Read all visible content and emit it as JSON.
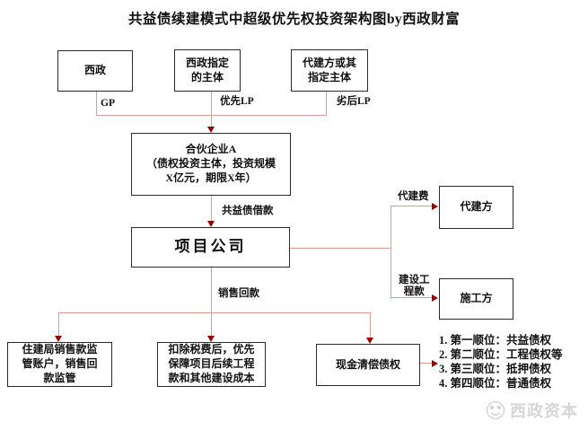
{
  "title": "共益债续建模式中超级优先权投资架构图by西政财富",
  "nodes": {
    "xizheng": "西政",
    "designated_entity": "西政指定\n的主体",
    "agent_builder_entity": "代建方或其\n指定主体",
    "partnership": "合伙企业A\n（债权投资主体，投资规模\nX亿元，期限X年）",
    "project_company": "项目公司",
    "agent_builder": "代建方",
    "constructor": "施工方",
    "regulator_account": "住建局销售款监\n管账户，销售回\n款监管",
    "tax_deduction": "扣除税费后，优先\n保障项目后续工程\n款和其他建设成本",
    "cash_repayment": "现金清偿债权"
  },
  "edge_labels": {
    "gp": "GP",
    "senior_lp": "优先LP",
    "junior_lp": "劣后LP",
    "common_benefit_loan": "共益债借款",
    "sales_proceeds": "销售回款",
    "agency_fee": "代建费",
    "construction_payment": "建设工\n程款"
  },
  "priority": {
    "items": [
      "1. 第一顺位：共益债权",
      "2. 第二顺位：工程债权等",
      "3. 第三顺位：抵押债权",
      "4. 第四顺位：普通债权"
    ]
  },
  "watermark": {
    "text": "西政资本"
  },
  "colors": {
    "connector_line": "#e09a93",
    "arrowhead": "#990000",
    "box_border": "#2b2b2b",
    "watermark_gray": "#d6d6d6"
  }
}
